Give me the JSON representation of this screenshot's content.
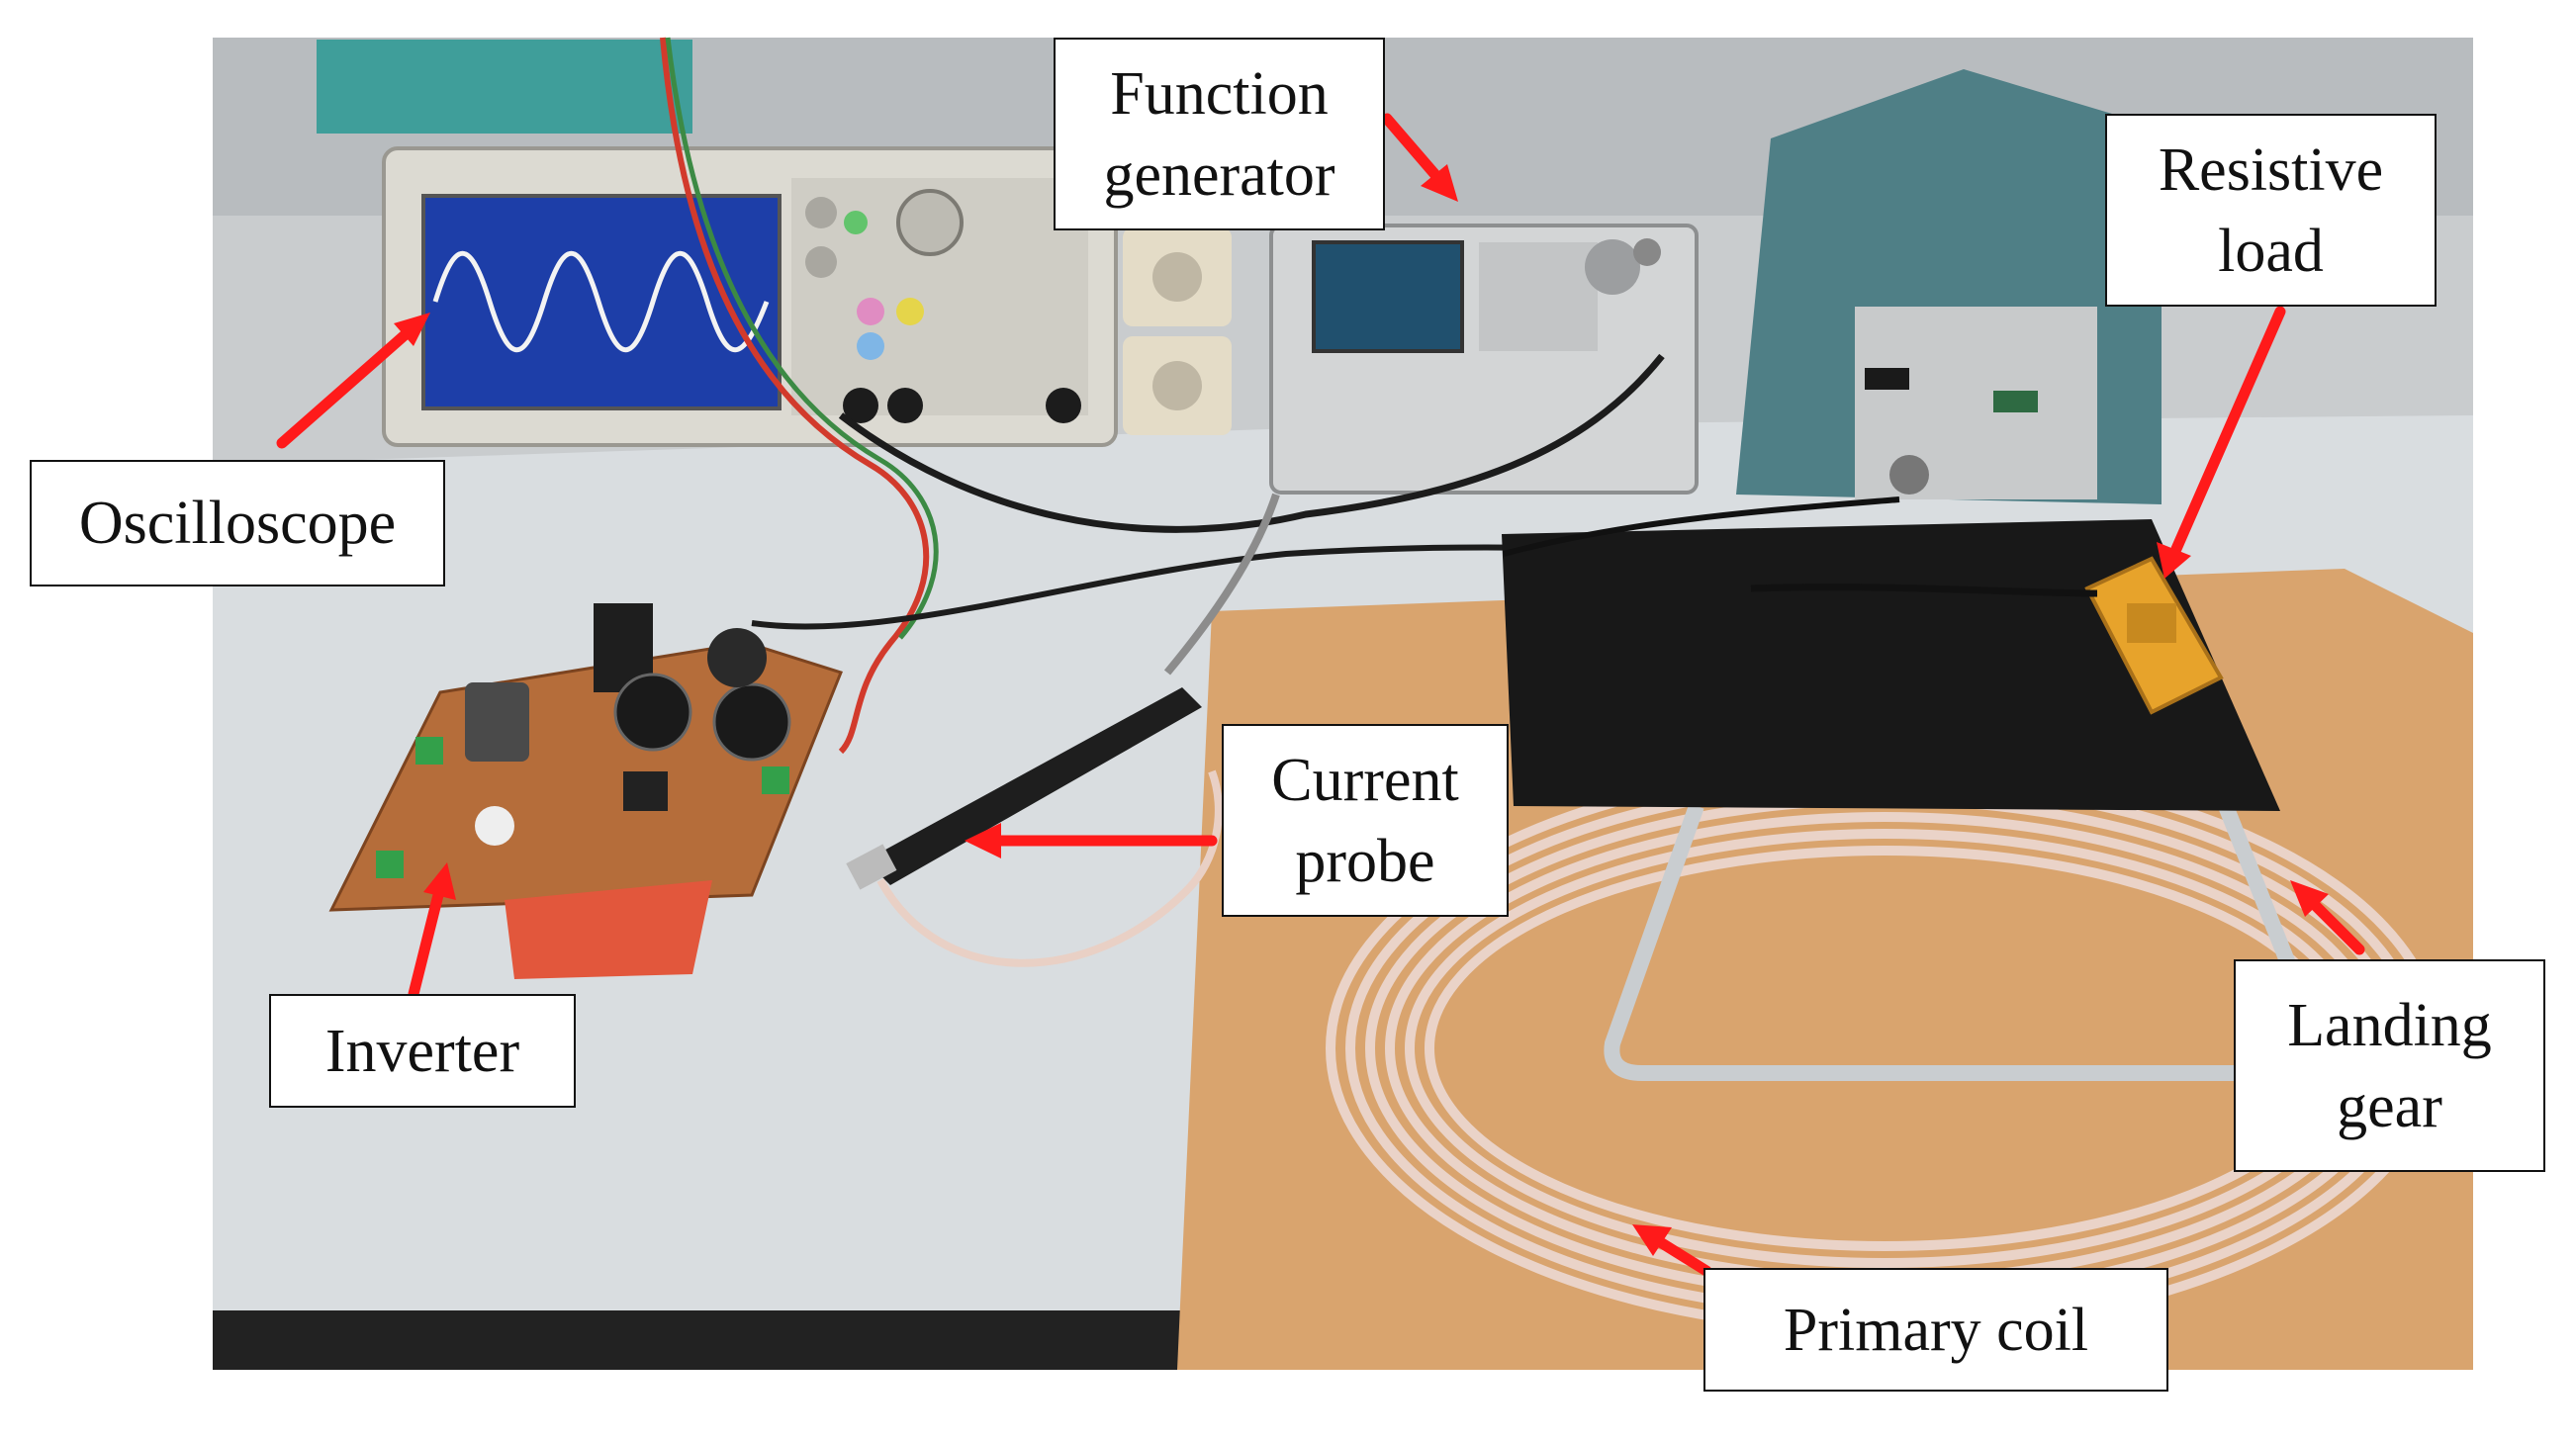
{
  "labels": {
    "oscilloscope": "Oscilloscope",
    "function_generator": [
      "Function",
      "generator"
    ],
    "resistive_load": [
      "Resistive",
      "load"
    ],
    "current_probe": [
      "Current",
      "probe"
    ],
    "inverter": "Inverter",
    "landing_gear": [
      "Landing",
      "gear"
    ],
    "primary_coil": "Primary coil"
  },
  "colors": {
    "arrow": "#ff1a1a",
    "callout_border": "#111111",
    "callout_fill": "#ffffff",
    "table": "#d9dde0",
    "board": "#d9a46e",
    "pcb": "#b56d3a",
    "coil": "#ead3c8",
    "carbon_plate": "#181818",
    "resistor": "#e7a32b",
    "scope_screen": "#1d3ea8",
    "trace": "#f3f3f3"
  }
}
